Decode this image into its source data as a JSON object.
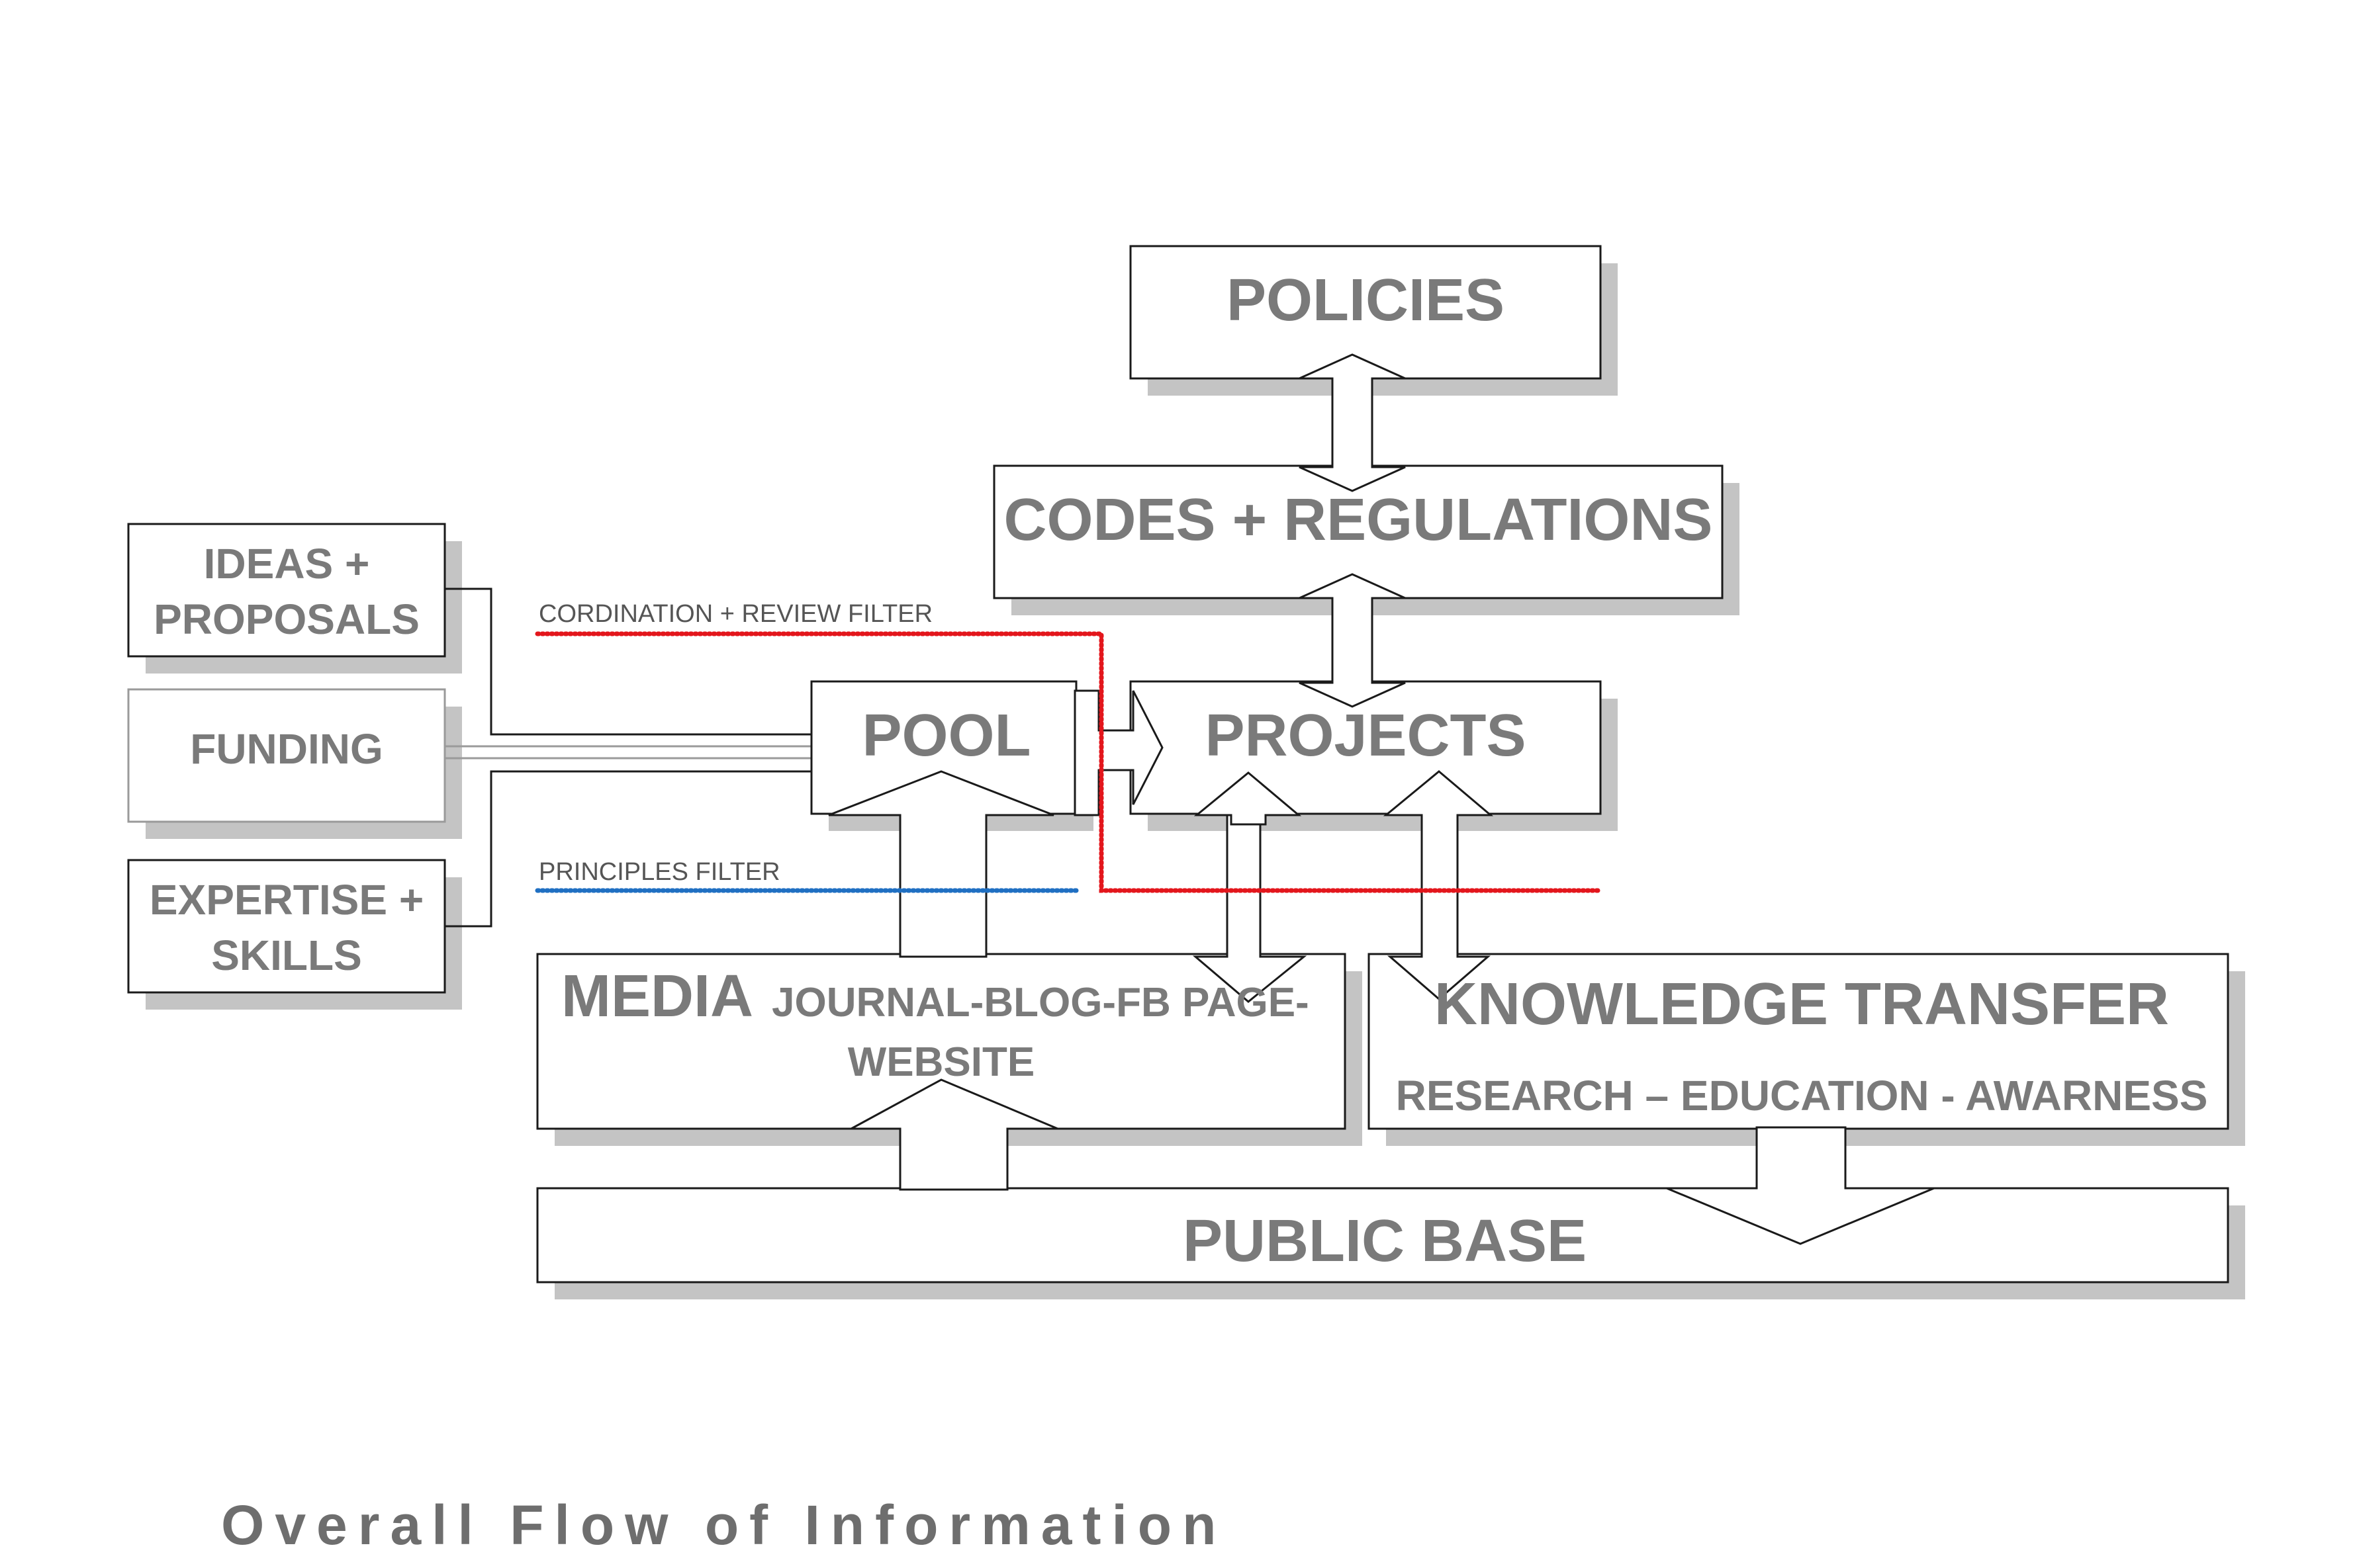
{
  "diagram": {
    "title": "Overall Flow of Information",
    "nodes": {
      "policies": "POLICIES",
      "codes": "CODES + REGULATIONS",
      "ideas_line1": "IDEAS +",
      "ideas_line2": "PROPOSALS",
      "funding": "FUNDING",
      "expertise_line1": "EXPERTISE +",
      "expertise_line2": "SKILLS",
      "pool": "POOL",
      "projects": "PROJECTS",
      "media_main": "MEDIA",
      "media_sub_line1": "JOURNAL-BLOG-FB PAGE-",
      "media_sub_line2": "WEBSITE",
      "knowledge_main": "KNOWLEDGE TRANSFER",
      "knowledge_sub": "RESEARCH – EDUCATION - AWARNESS",
      "public_base": "PUBLIC BASE"
    },
    "filters": {
      "review": {
        "label": "CORDINATION + REVIEW FILTER",
        "color": "#e3161c"
      },
      "principles": {
        "label": "PRINCIPLES FILTER",
        "color": "#1f6fc2"
      }
    }
  }
}
